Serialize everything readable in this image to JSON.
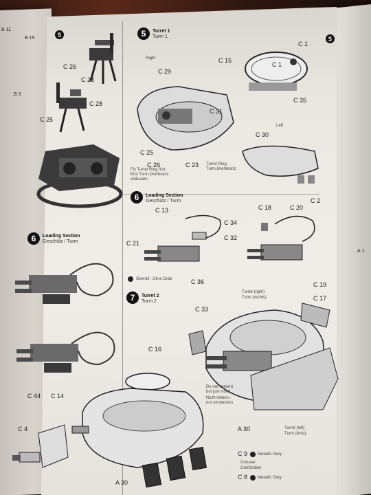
{
  "steps": {
    "s5": {
      "number": "5",
      "title": "Turret 1",
      "subtitle": "Turm 1"
    },
    "s6": {
      "number": "6",
      "title": "Loading Section",
      "subtitle": "Geschütz / Turm"
    },
    "s6b": {
      "number": "6",
      "title": "Loading Section",
      "subtitle": "Geschütz / Turm"
    },
    "s7": {
      "number": "7",
      "title": "Turret 2",
      "subtitle": "Turm 2"
    },
    "s_left": {
      "number": "5"
    }
  },
  "labels": {
    "c26a": "C 26",
    "c23a": "C 23",
    "c28": "C 28",
    "c25a": "C 25",
    "c29": "C 29",
    "c15": "C 15",
    "c1a": "C 1",
    "c1b": "C 1",
    "c35": "C 35",
    "c31": "C 31",
    "c30": "C 30",
    "c25b": "C 25",
    "c26b": "C 26",
    "c23b": "C 23",
    "c2": "C 2",
    "c13": "C 13",
    "c34": "C 34",
    "c21": "C 21",
    "c32": "C 32",
    "c36": "C 36",
    "c18": "C 18",
    "c20": "C 20",
    "c19": "C 19",
    "c33": "C 33",
    "c17": "C 17",
    "c16": "C 16",
    "c44": "C 44",
    "c14": "C 14",
    "c4": "C 4",
    "a30a": "A 30",
    "a30b": "A 30",
    "c9": "C 9",
    "c8": "C 8",
    "turret_ring": "Turret Ring",
    "turret_ring_de": "Turm-Drehkranz",
    "fix_ring": "Fix Turret Ring first.",
    "fix_ring_de": "Erst Turm-Drehkranz",
    "fix_ring_de2": "einbauen",
    "overall": "Overall : Olive Drab",
    "turret_right": "Turret (right)",
    "turret_right_de": "Turm (rechts)",
    "turret_left": "Turret (left)",
    "turret_left_de": "Turm (links)",
    "no_cement": "Do not cement",
    "no_cement2": "but just insert",
    "no_cement_de": "Nicht kleben -",
    "no_cement_de2": "nur einstecken",
    "metallic_grey_a": "Metallic Grey",
    "metallic_grey_b": "Metallic Grey",
    "grouser": "Grouser",
    "grouser_de": "Greifstollen",
    "right": "Right",
    "left": "Left",
    "left_b3": "B 3",
    "left_b15": "B 15",
    "left_b11": "B 11",
    "right_a1": "A 1"
  },
  "colors": {
    "ink": "#1a1a1a",
    "paper": "#ece9e3",
    "background": "#2a1510"
  }
}
